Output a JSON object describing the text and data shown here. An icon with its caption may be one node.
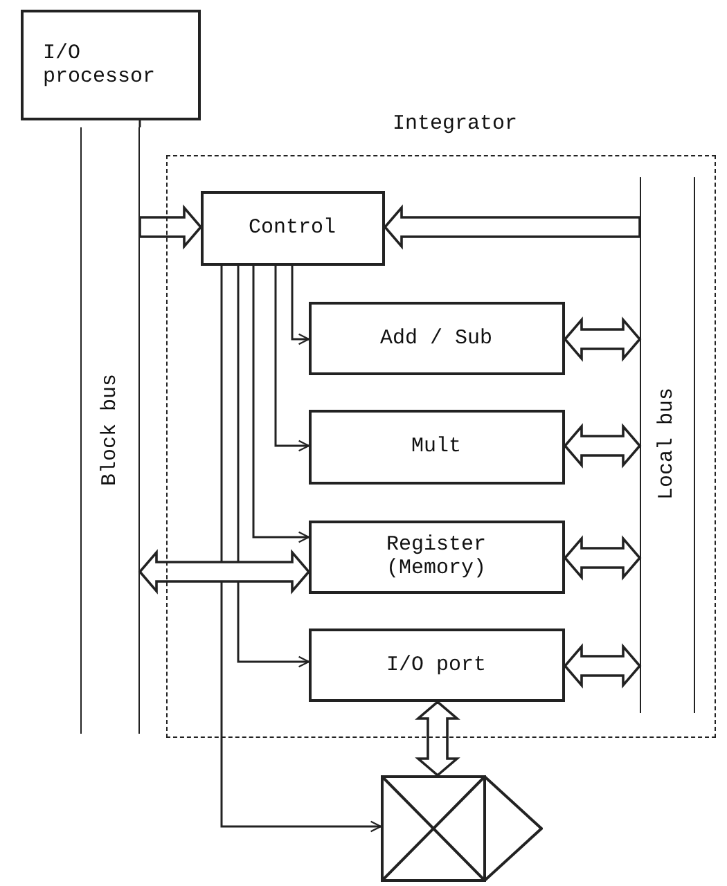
{
  "diagram": {
    "nodes": [
      {
        "text": [
          "I/O processor"
        ]
      },
      {
        "text": [
          "Integrator"
        ]
      },
      {
        "text": [
          "Block bus"
        ]
      },
      {
        "text": [
          "Control"
        ],
        "in": 1
      },
      {
        "text": [
          "Add / Sub"
        ],
        "in": 1
      },
      {
        "text": [
          "Mult"
        ],
        "in": 1
      },
      {
        "text": [
          "Register (Memory)"
        ],
        "in": 1
      },
      {
        "text": [
          "I/O port"
        ],
        "in": 1
      },
      {
        "text": [
          "Local bus"
        ],
        "in": 1
      },
      {
        "text": [],
        "shape": "picture"
      }
    ],
    "edges": [
      {
        "from": 0,
        "to": 2,
        "arrow": "none"
      },
      {
        "from": 2,
        "to": 3,
        "arrow": "to",
        "style": "thick"
      },
      {
        "from": 8,
        "to": 3,
        "arrow": "to",
        "style": "thick"
      },
      {
        "from": 3,
        "to": 4,
        "arrow": "to"
      },
      {
        "from": 3,
        "to": 5,
        "arrow": "to"
      },
      {
        "from": 3,
        "to": 6,
        "arrow": "to"
      },
      {
        "from": 3,
        "to": 7,
        "arrow": "to"
      },
      {
        "from": 3,
        "to": 9,
        "arrow": "to"
      },
      {
        "from": 4,
        "to": 8,
        "arrow": "both",
        "style": "thick"
      },
      {
        "from": 5,
        "to": 8,
        "arrow": "both",
        "style": "thick"
      },
      {
        "from": 6,
        "to": 8,
        "arrow": "both",
        "style": "thick"
      },
      {
        "from": 2,
        "to": 6,
        "arrow": "both",
        "style": "thick"
      },
      {
        "from": 7,
        "to": 8,
        "arrow": "both",
        "style": "thick"
      },
      {
        "from": 7,
        "to": 9,
        "arrow": "both",
        "style": "thick"
      }
    ]
  }
}
